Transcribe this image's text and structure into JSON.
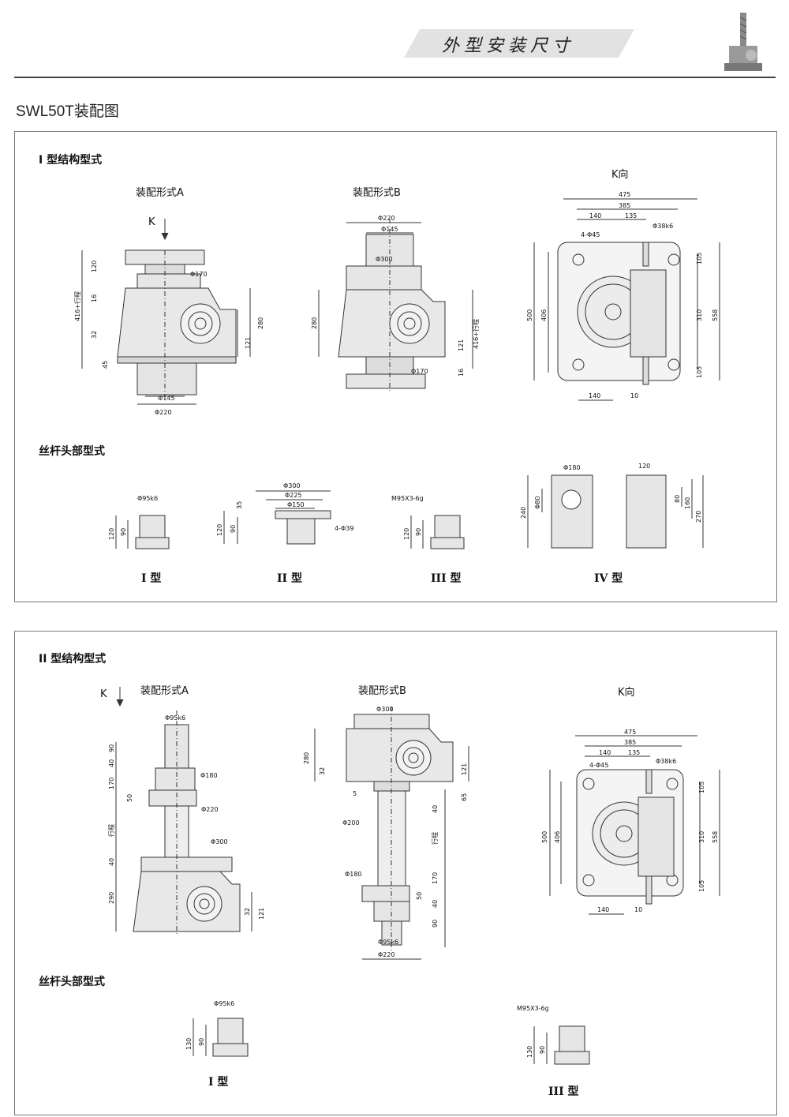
{
  "header": {
    "banner_text": "外型安装尺寸",
    "doc_title": "SWL50T装配图"
  },
  "panel1": {
    "section_title": "I 型结构型式",
    "assembly_a": "装配形式A",
    "assembly_b": "装配形式B",
    "k_view": "K向",
    "k_arrow": "K",
    "screw_head_title": "丝杆头部型式",
    "types": [
      "I 型",
      "II 型",
      "III 型",
      "IV 型"
    ],
    "dims_a": [
      "120",
      "16",
      "416+行程",
      "32",
      "45",
      "280",
      "121",
      "Φ170",
      "Φ145",
      "Φ220"
    ],
    "dims_b": [
      "Φ220",
      "Φ145",
      "Φ300",
      "280",
      "121",
      "416+行程",
      "16",
      "Φ170"
    ],
    "dims_k": [
      "475",
      "385",
      "140",
      "135",
      "4-Φ45",
      "Φ38k6",
      "105",
      "500",
      "406",
      "310",
      "558",
      "105",
      "140",
      "10"
    ],
    "dims_heads": {
      "t1": [
        "Φ95k6",
        "120",
        "90"
      ],
      "t2": [
        "Φ300",
        "Φ225",
        "Φ150",
        "35",
        "120",
        "90",
        "4-Φ39"
      ],
      "t3": [
        "M95X3-6g",
        "120",
        "90"
      ],
      "t4": [
        "Φ180",
        "Φ80",
        "240",
        "120",
        "80",
        "160",
        "270"
      ]
    }
  },
  "panel2": {
    "section_title": "II 型结构型式",
    "assembly_a": "装配形式A",
    "assembly_b": "装配形式B",
    "k_view": "K向",
    "k_arrow": "K",
    "screw_head_title": "丝杆头部型式",
    "types": [
      "I 型",
      "III 型"
    ],
    "dims_a": [
      "Φ95k6",
      "90",
      "40",
      "170",
      "50",
      "Φ180",
      "Φ220",
      "行程",
      "Φ300",
      "40",
      "290",
      "32",
      "121"
    ],
    "dims_b": [
      "Φ300",
      "280",
      "32",
      "121",
      "5",
      "65",
      "40",
      "Φ200",
      "行程",
      "Φ180",
      "170",
      "50",
      "40",
      "90",
      "Φ95k6",
      "Φ220"
    ],
    "dims_k": [
      "475",
      "385",
      "140",
      "135",
      "4-Φ45",
      "Φ38k6",
      "105",
      "500",
      "406",
      "310",
      "558",
      "105",
      "140",
      "10"
    ],
    "dims_heads": {
      "t1": [
        "Φ95k6",
        "130",
        "90"
      ],
      "t3": [
        "M95X3-6g",
        "130",
        "90"
      ]
    }
  }
}
